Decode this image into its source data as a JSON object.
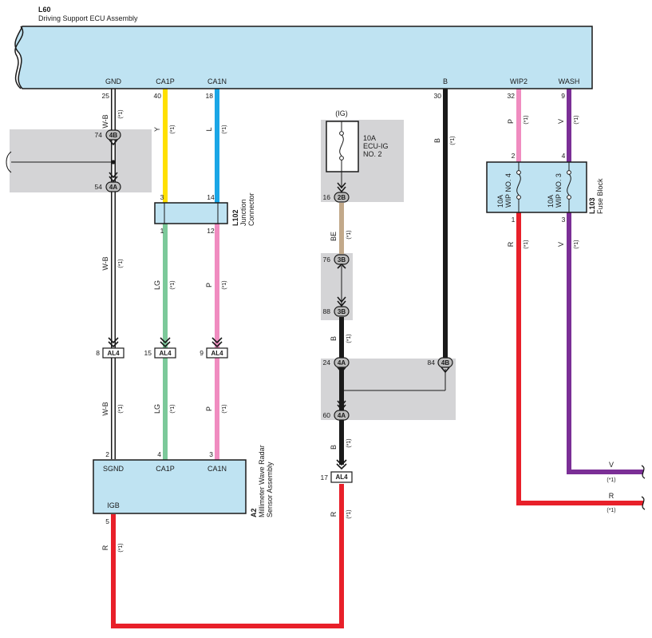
{
  "components": {
    "l60": {
      "code": "L60",
      "name": "Driving Support ECU Assembly",
      "terminals": {
        "gnd": "GND",
        "ca1p": "CA1P",
        "ca1n": "CA1N",
        "b": "B",
        "wip2": "WIP2",
        "wash": "WASH"
      }
    },
    "l102": {
      "code": "L102",
      "name_line1": "Junction",
      "name_line2": "Connector"
    },
    "l103": {
      "code": "L103",
      "name": "Fuse Block",
      "fuse1_line1": "10A",
      "fuse1_line2": "WIP NO. 4",
      "fuse2_line1": "10A",
      "fuse2_line2": "WIP NO. 3"
    },
    "ig_fuse": {
      "supply": "(IG)",
      "line1": "10A",
      "line2": "ECU-IG",
      "line3": "NO. 2"
    },
    "a2": {
      "code": "A2",
      "name_line1": "Millimeter Wave Radar",
      "name_line2": "Sensor Assembly",
      "terminals": {
        "sgnd": "SGND",
        "ca1p": "CA1P",
        "ca1n": "CA1N",
        "igb": "IGB"
      }
    }
  },
  "connectors": {
    "c4b_left": "4B",
    "c4a_left": "4A",
    "c2b": "2B",
    "c3b_top": "3B",
    "c3b_bottom": "3B",
    "c4a_24": "4A",
    "c4b_84": "4B",
    "c4a_60": "4A",
    "al4_8": "AL4",
    "al4_15": "AL4",
    "al4_9": "AL4",
    "al4_17": "AL4"
  },
  "pins": {
    "p25": "25",
    "p40": "40",
    "p18": "18",
    "p30": "30",
    "p32": "32",
    "p9_top": "9",
    "p74": "74",
    "p54": "54",
    "p3_junction": "3",
    "p14": "14",
    "p1_junction": "1",
    "p12": "12",
    "p16": "16",
    "p76": "76",
    "p88": "88",
    "p2_fuse": "2",
    "p4_fuse": "4",
    "p1_fuse": "1",
    "p3_fuse": "3",
    "p8": "8",
    "p15": "15",
    "p9_al4": "9",
    "p24": "24",
    "p84": "84",
    "p60": "60",
    "p17": "17",
    "p2_sensor": "2",
    "p4_sensor": "4",
    "p3_sensor": "3",
    "p5_sensor": "5"
  },
  "wire_colors": {
    "gnd_top": "W-B",
    "gnd_mid": "W-B",
    "gnd_bottom": "W-B",
    "ca1p_top": "Y",
    "ca1p_mid": "LG",
    "ca1p_bottom": "LG",
    "ca1n_top": "L",
    "ca1n_mid": "P",
    "ca1n_bottom": "P",
    "b_top": "B",
    "ig_be": "BE",
    "ig_b_mid": "B",
    "ig_b_bottom": "B",
    "ig_r": "R",
    "wip2_top": "P",
    "wash_top": "V",
    "wip2_bottom": "R",
    "wash_bottom": "V",
    "out_v": "V",
    "out_r": "R",
    "sensor_r": "R"
  },
  "condition": "(*1)",
  "colors": {
    "W-B": "#ffffff",
    "Y": "#ffe000",
    "L": "#1aa6e6",
    "LG": "#7cc99a",
    "P": "#f08cc0",
    "B": "#1a1a1a",
    "BE": "#c2a98a",
    "R": "#e8202a",
    "V": "#7b2f96",
    "ecu_fill": "#bfe3f2",
    "shade": "#d4d4d6"
  }
}
